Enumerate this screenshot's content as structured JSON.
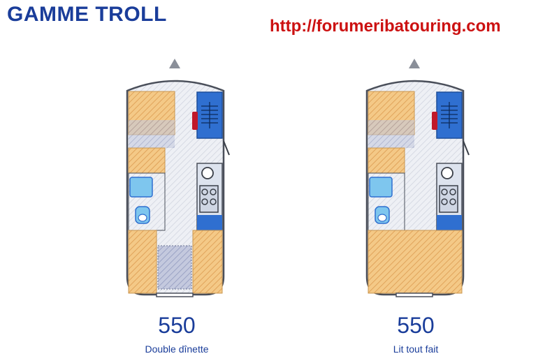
{
  "header": {
    "title": "GAMME TROLL",
    "url": "http://forumeribatouring.com"
  },
  "plans": [
    {
      "number": "550",
      "label": "Double dînette"
    },
    {
      "number": "550",
      "label": "Lit tout fait"
    }
  ],
  "colors": {
    "title": "#1a3d9a",
    "url": "#cc1111",
    "seating": "#f2c27a",
    "kitchen": "#2f6fd0",
    "bathroom": "#7ec6ee",
    "floor": "#e9ebf2"
  }
}
